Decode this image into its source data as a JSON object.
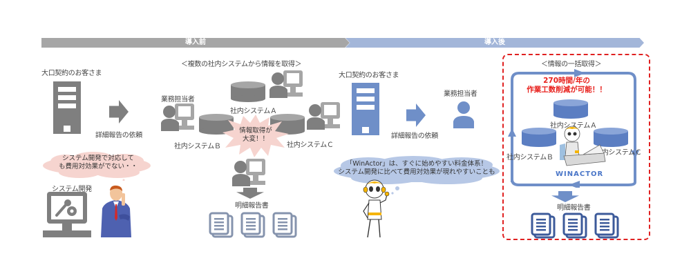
{
  "phases": {
    "before": {
      "label": "導入前",
      "color": "#a6a6a6"
    },
    "after": {
      "label": "導入後",
      "color": "#a3b6d9"
    }
  },
  "before": {
    "customer_label": "大口契約のお客さま",
    "request_label": "詳細報告の依頼",
    "dev_cloud_text": [
      "システム開発で対応して",
      "も費用対効果がでない・・"
    ],
    "dev_label": "システム開発",
    "section_title": "＜複数の社内システムから情報を取得＞",
    "staff_label": "業務担当者",
    "systems": [
      "社内システムＡ",
      "社内システムＢ",
      "社内システムＣ"
    ],
    "burst_text": [
      "情報取得が",
      "大変！！"
    ],
    "report_label": "明細報告書",
    "icons": [
      "building-icon",
      "arrow-right-icon",
      "computer-gear-icon",
      "businessman-illustration",
      "staff-pc-icon",
      "database-icon",
      "document-icon"
    ]
  },
  "after": {
    "customer_label": "大口契約のお客さま",
    "request_label": "詳細報告の依頼",
    "staff_label": "業務担当者",
    "robot_cloud_text": [
      "「WinActor」は、すぐに始めやすい料金体系！",
      "システム開発に比べて費用対効果が現れやすいことも"
    ],
    "section_title": "＜情報の一括取得＞",
    "highlight": [
      "270時間/年の",
      "作業工数削減が可能！！"
    ],
    "systems": [
      "社内システムＡ",
      "社内システムＢ",
      "社内システムＣ"
    ],
    "logo": "WINACTOR",
    "report_label": "明細報告書",
    "colors": {
      "accent": "#6f8fc8",
      "dark_blue": "#3c5a9a",
      "highlight": "#e8201c",
      "dashed": "#e02020"
    }
  }
}
